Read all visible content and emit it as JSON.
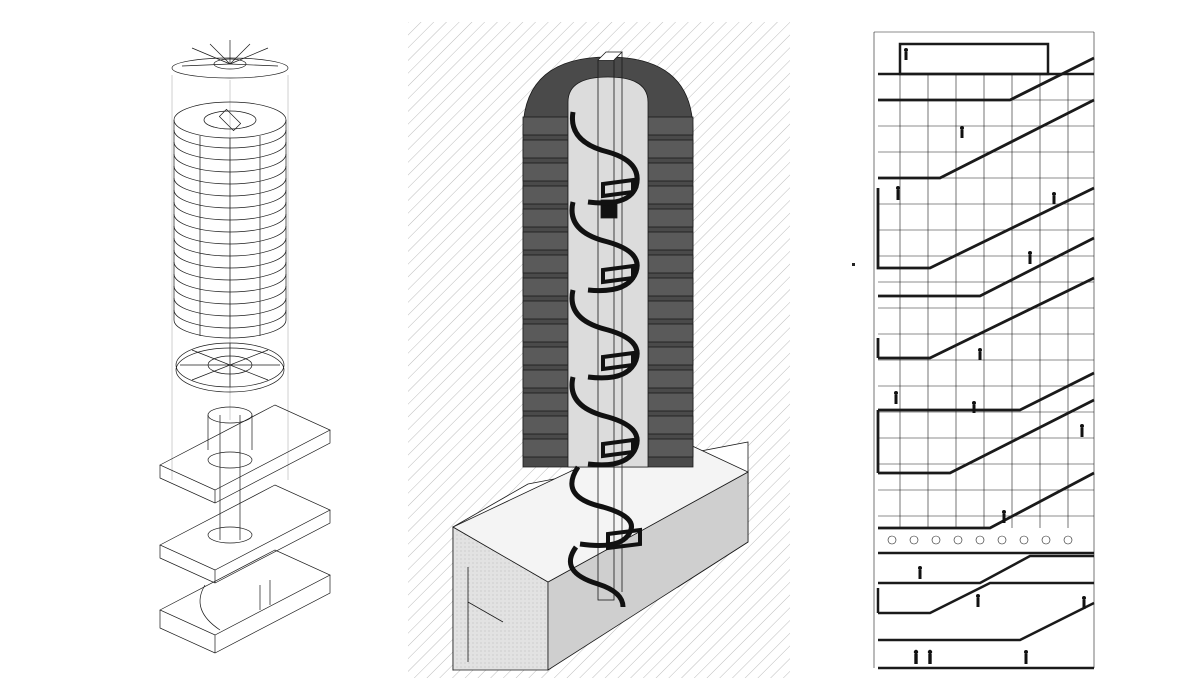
{
  "figure": {
    "panels": [
      {
        "id": "exploded-axonometric",
        "kind": "line-drawing"
      },
      {
        "id": "cutaway-axonometric",
        "kind": "shaded-drawing"
      },
      {
        "id": "section-elevation",
        "kind": "line-drawing"
      }
    ],
    "colors": {
      "ink": "#1a1a1a",
      "dark_fill": "#4a4a4a",
      "mid_fill": "#cfcfcf",
      "light_fill": "#e6e6e6",
      "hatch": "#bdbdbd",
      "paper": "#ffffff"
    },
    "icons": [
      "tower-axonometric-icon",
      "spiral-stair-icon",
      "section-figure-icon"
    ]
  }
}
